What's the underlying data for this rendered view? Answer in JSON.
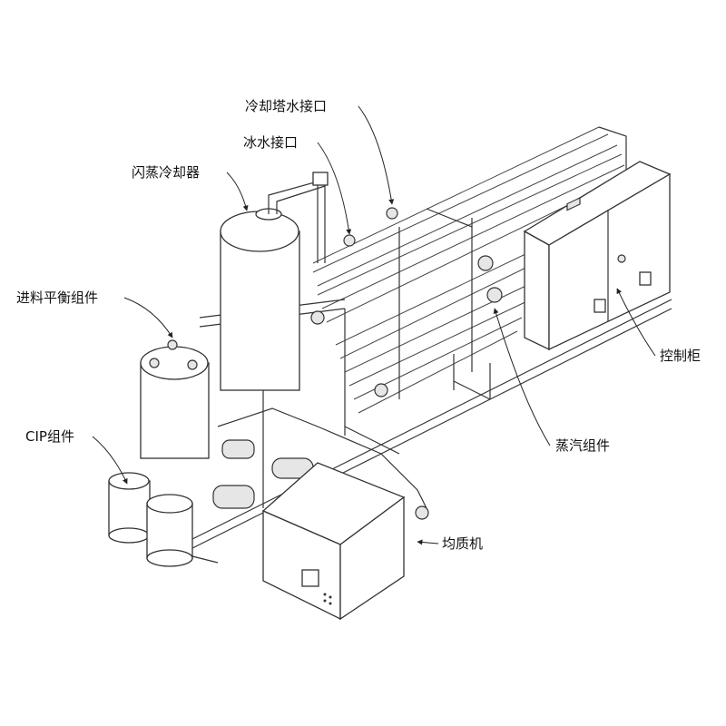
{
  "labels": {
    "cooling_tower_water_port": "冷却塔水接口",
    "chilled_water_port": "冰水接口",
    "flash_cooler": "闪蒸冷却器",
    "feed_balance_assembly": "进料平衡组件",
    "cip_assembly": "CIP组件",
    "control_cabinet": "控制柜",
    "steam_assembly": "蒸汽组件",
    "homogenizer": "均质机"
  }
}
